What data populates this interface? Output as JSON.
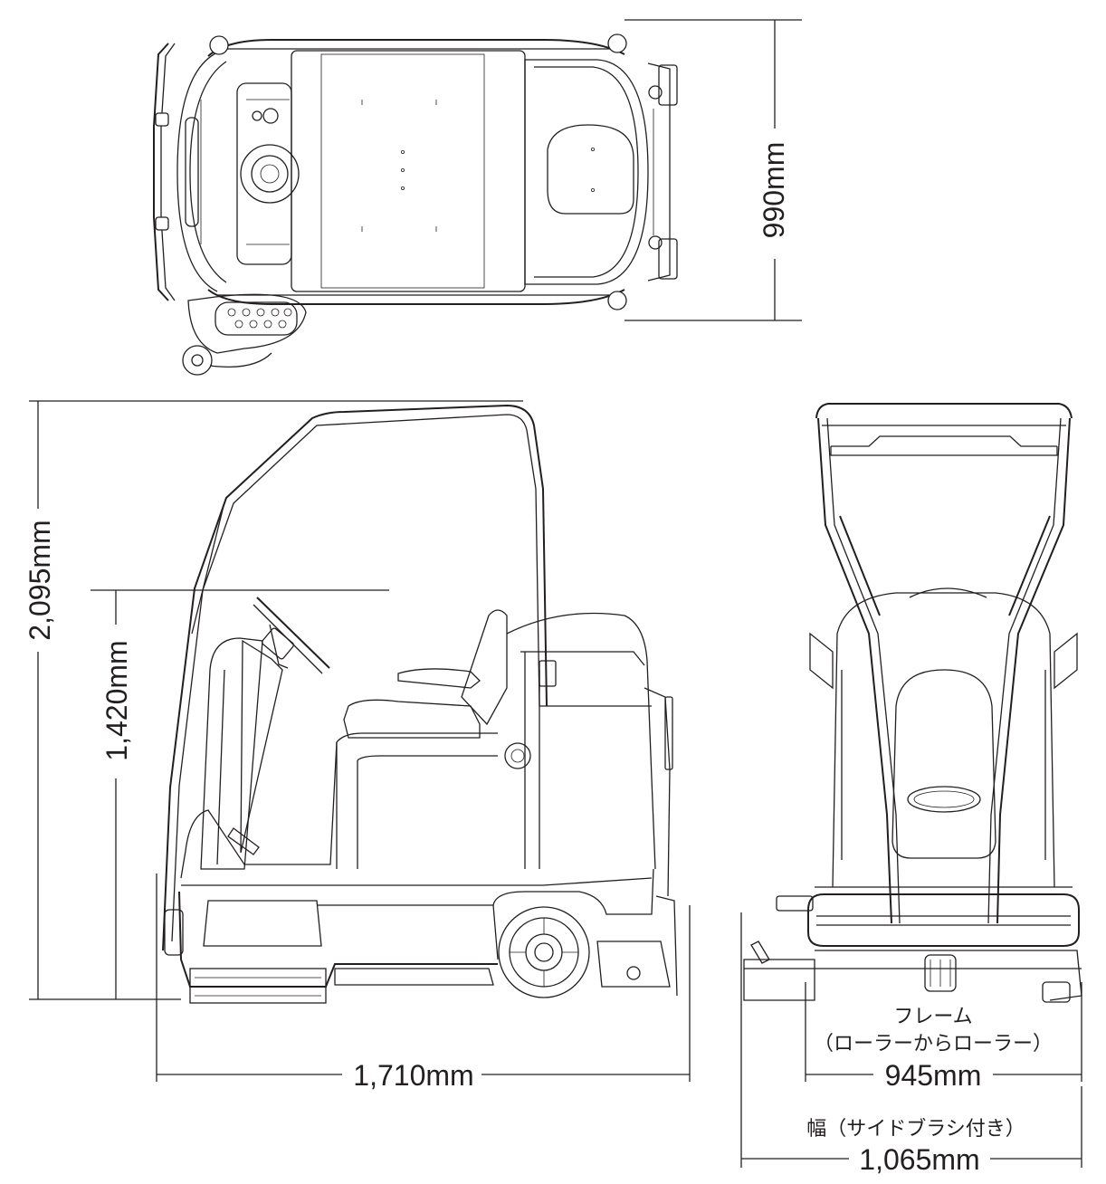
{
  "dimensions": {
    "width_top": "990mm",
    "height_overall": "2,095mm",
    "height_seat": "1,420mm",
    "length": "1,710mm",
    "frame_label_1": "フレーム",
    "frame_label_2": "（ローラーからローラー）",
    "frame_width": "945mm",
    "brush_label": "幅（サイドブラシ付き）",
    "brush_width": "1,065mm"
  }
}
